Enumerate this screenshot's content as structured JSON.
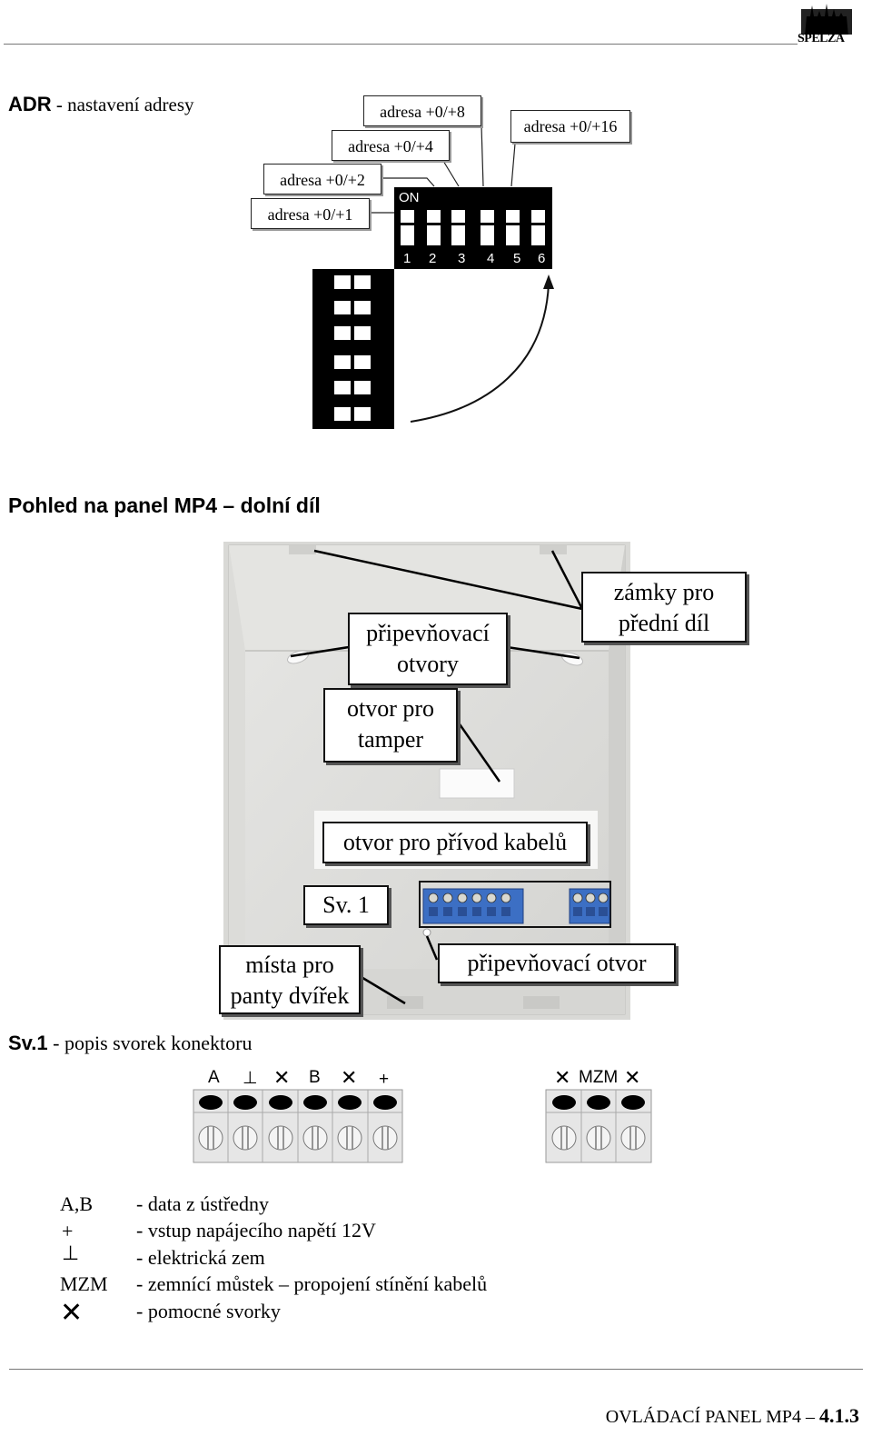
{
  "logo": {
    "text": "SPELZA"
  },
  "adr": {
    "title_bold": "ADR",
    "title_rest": " - nastavení adresy",
    "labels": {
      "a8": "adresa +0/+8",
      "a4": "adresa +0/+4",
      "a16": "adresa +0/+16",
      "a2": "adresa +0/+2",
      "a1": "adresa +0/+1"
    },
    "switch_on": "ON",
    "switch_numbers": [
      "1",
      "2",
      "3",
      "4",
      "5",
      "6"
    ]
  },
  "panel": {
    "title": "Pohled na panel MP4 – dolní díl",
    "callouts": {
      "zamky_line1": "zámky pro",
      "zamky_line2": "přední díl",
      "pripev_line1": "připevňovací",
      "pripev_line2": "otvory",
      "tamper_line1": "otvor pro",
      "tamper_line2": "tamper",
      "kabelu": "otvor pro přívod kabelů",
      "sv1": "Sv. 1",
      "panty_line1": "místa pro",
      "panty_line2": "panty dvířek",
      "otvor": "připevňovací otvor"
    }
  },
  "terminals": {
    "caption_bold": "Sv.1",
    "caption_rest": " - popis svorek konektoru",
    "left_labels": [
      "A",
      "⊥",
      "✕",
      "B",
      "✕",
      "+"
    ],
    "right_labels": [
      "✕",
      "MZM",
      "✕"
    ]
  },
  "legend": [
    {
      "key": "A,B",
      "value": "- data z ústředny"
    },
    {
      "key": "+",
      "value": "- vstup napájecího napětí 12V"
    },
    {
      "key": "⊥",
      "value": "- elektrická zem"
    },
    {
      "key": "MZM",
      "value": "- zemnící můstek – propojení stínění kabelů"
    },
    {
      "key": "✕",
      "value": "- pomocné svorky"
    }
  ],
  "footer": {
    "text": "OVLÁDACÍ PANEL MP4 – ",
    "number": "4.1.3"
  }
}
